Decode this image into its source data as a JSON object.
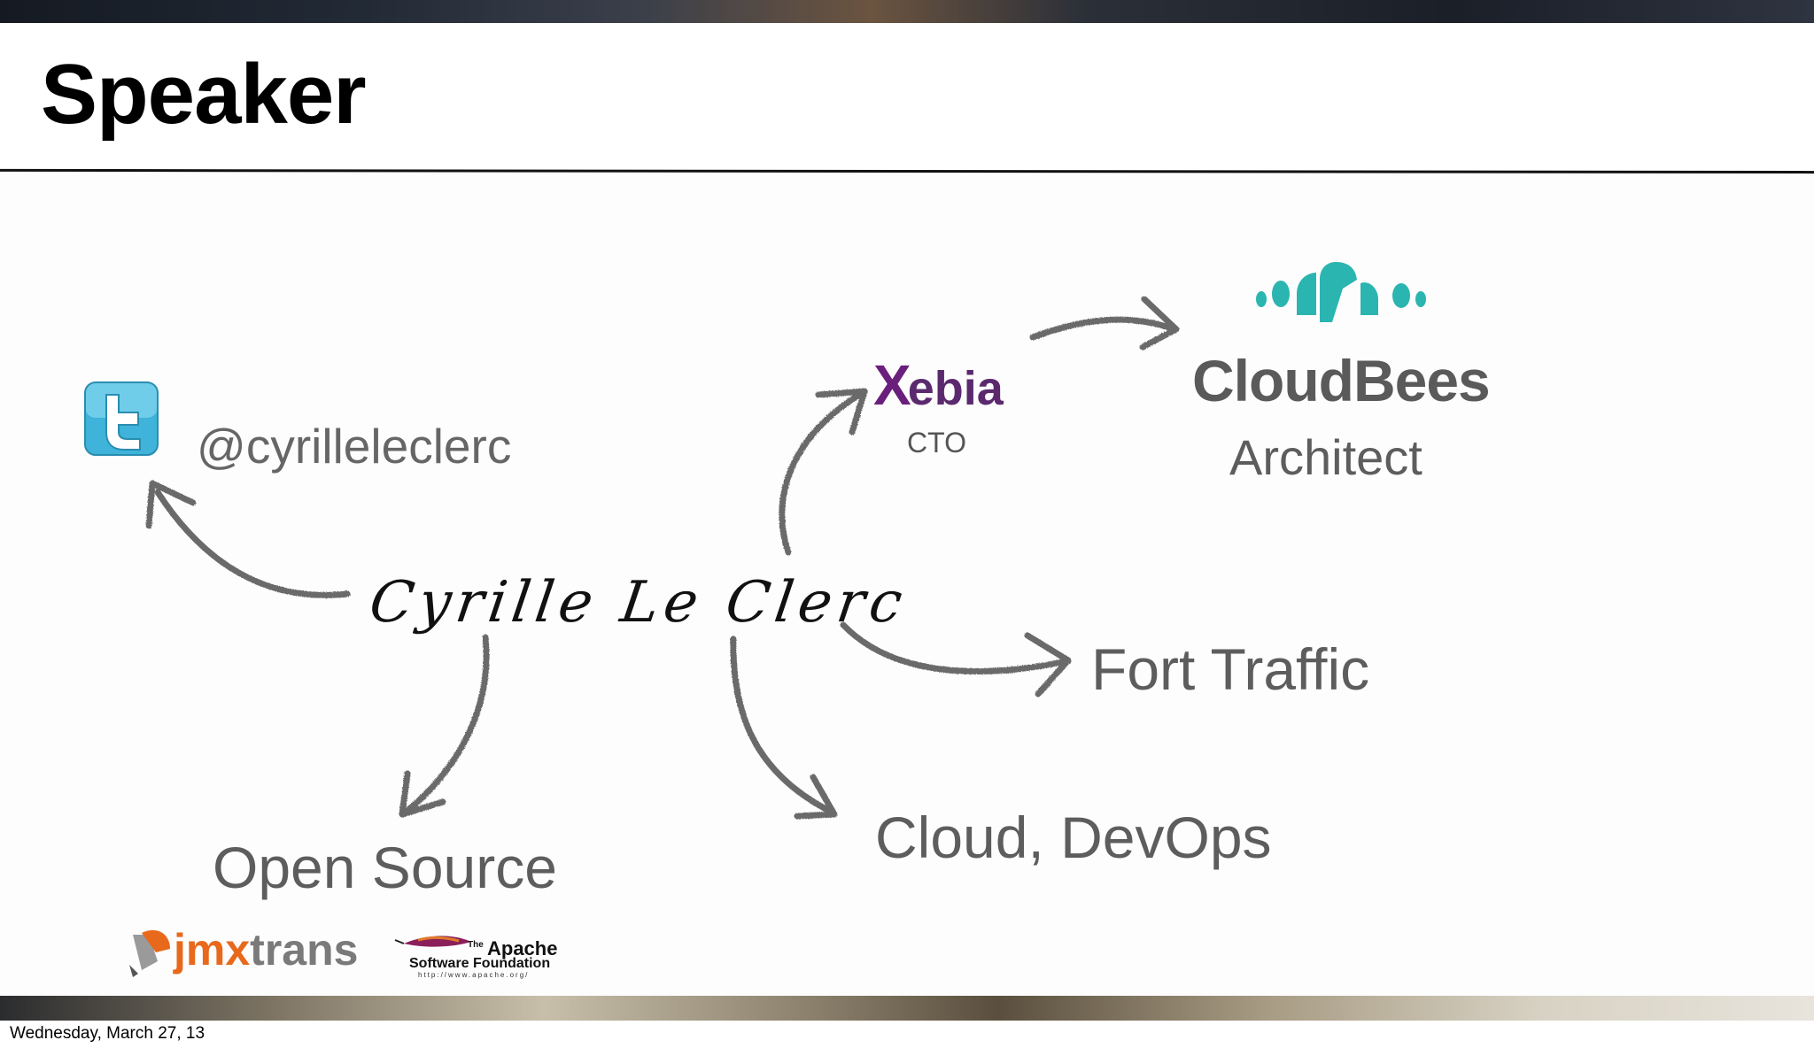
{
  "slide": {
    "title": "Speaker",
    "speaker_name": "Cyrille Le Clerc",
    "twitter_handle": "@cyrilleleclerc",
    "xebia": {
      "logo_x": "X",
      "logo_rest": "ebia",
      "role": "CTO"
    },
    "cloudbees": {
      "logo_text": "CloudBees",
      "role": "Architect"
    },
    "fort_traffic": "Fort Traffic",
    "cloud_devops": "Cloud, DevOps",
    "open_source": {
      "label": "Open Source",
      "jmxtrans": {
        "part1": "jmx",
        "part2": "trans"
      },
      "apache": {
        "the": "The",
        "name": "Apache",
        "foundation": "Software Foundation",
        "url": "http://www.apache.org/"
      }
    }
  },
  "footer": {
    "date": "Wednesday, March 27, 13"
  },
  "colors": {
    "arrow": "#6b6b6b",
    "twitter": "#3fb3d9",
    "cloudbees": "#2bb5b0",
    "xebia": "#6a1f7c",
    "jmx_orange": "#e8691c",
    "apache_feather": "#8b1f5a"
  }
}
